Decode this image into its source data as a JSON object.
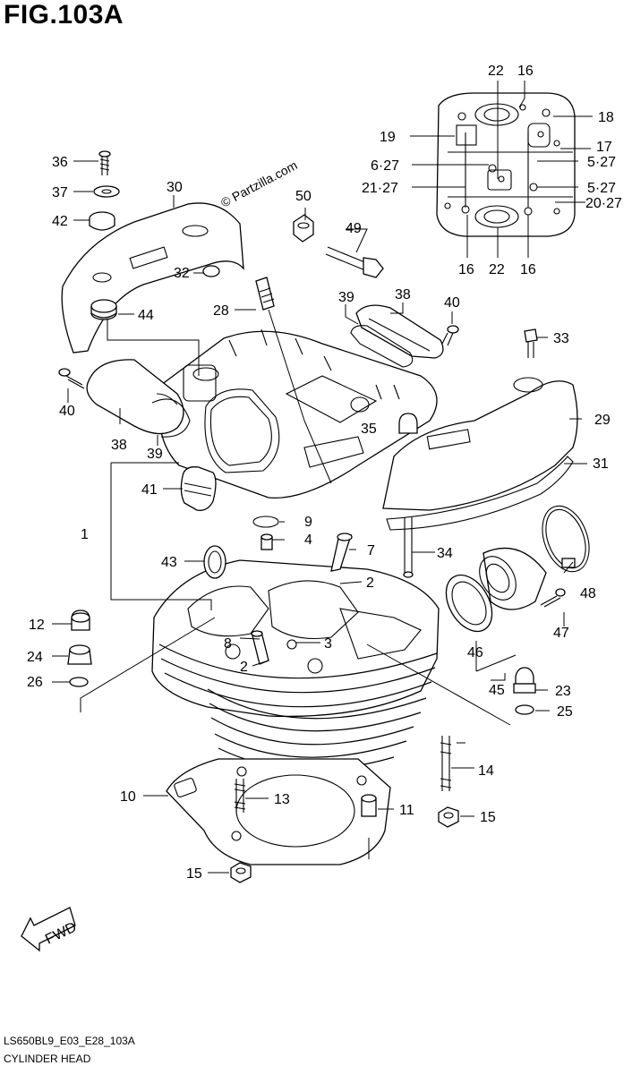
{
  "title": "FIG.103A",
  "watermark": "© Partzilla.com",
  "fwd_label": "FWD",
  "diagram_code": "LS650BL9_E03_E28_103A",
  "caption": "CYLINDER HEAD",
  "callouts": {
    "c1": "1",
    "c2a": "2",
    "c2b": "2",
    "c3": "3",
    "c4": "4",
    "c7": "7",
    "c8": "8",
    "c9": "9",
    "c10": "10",
    "c11": "11",
    "c12": "12",
    "c13": "13",
    "c14": "14",
    "c15a": "15",
    "c15b": "15",
    "c16a": "16",
    "c16b": "16",
    "c16c": "16",
    "c17": "17",
    "c18": "18",
    "c19": "19",
    "c22a": "22",
    "c22b": "22",
    "c23": "23",
    "c24": "24",
    "c25": "25",
    "c26": "26",
    "c28": "28",
    "c29": "29",
    "c30": "30",
    "c31": "31",
    "c32": "32",
    "c33": "33",
    "c34": "34",
    "c35": "35",
    "c36": "36",
    "c37": "37",
    "c38a": "38",
    "c38b": "38",
    "c39a": "39",
    "c39b": "39",
    "c40a": "40",
    "c40b": "40",
    "c41": "41",
    "c42": "42",
    "c43": "43",
    "c44": "44",
    "c45": "45",
    "c46": "46",
    "c47": "47",
    "c48": "48",
    "c49": "49",
    "c50": "50",
    "c527a": "5·27",
    "c527b": "5·27",
    "c627": "6·27",
    "c2027": "20·27",
    "c2127": "21·27"
  }
}
